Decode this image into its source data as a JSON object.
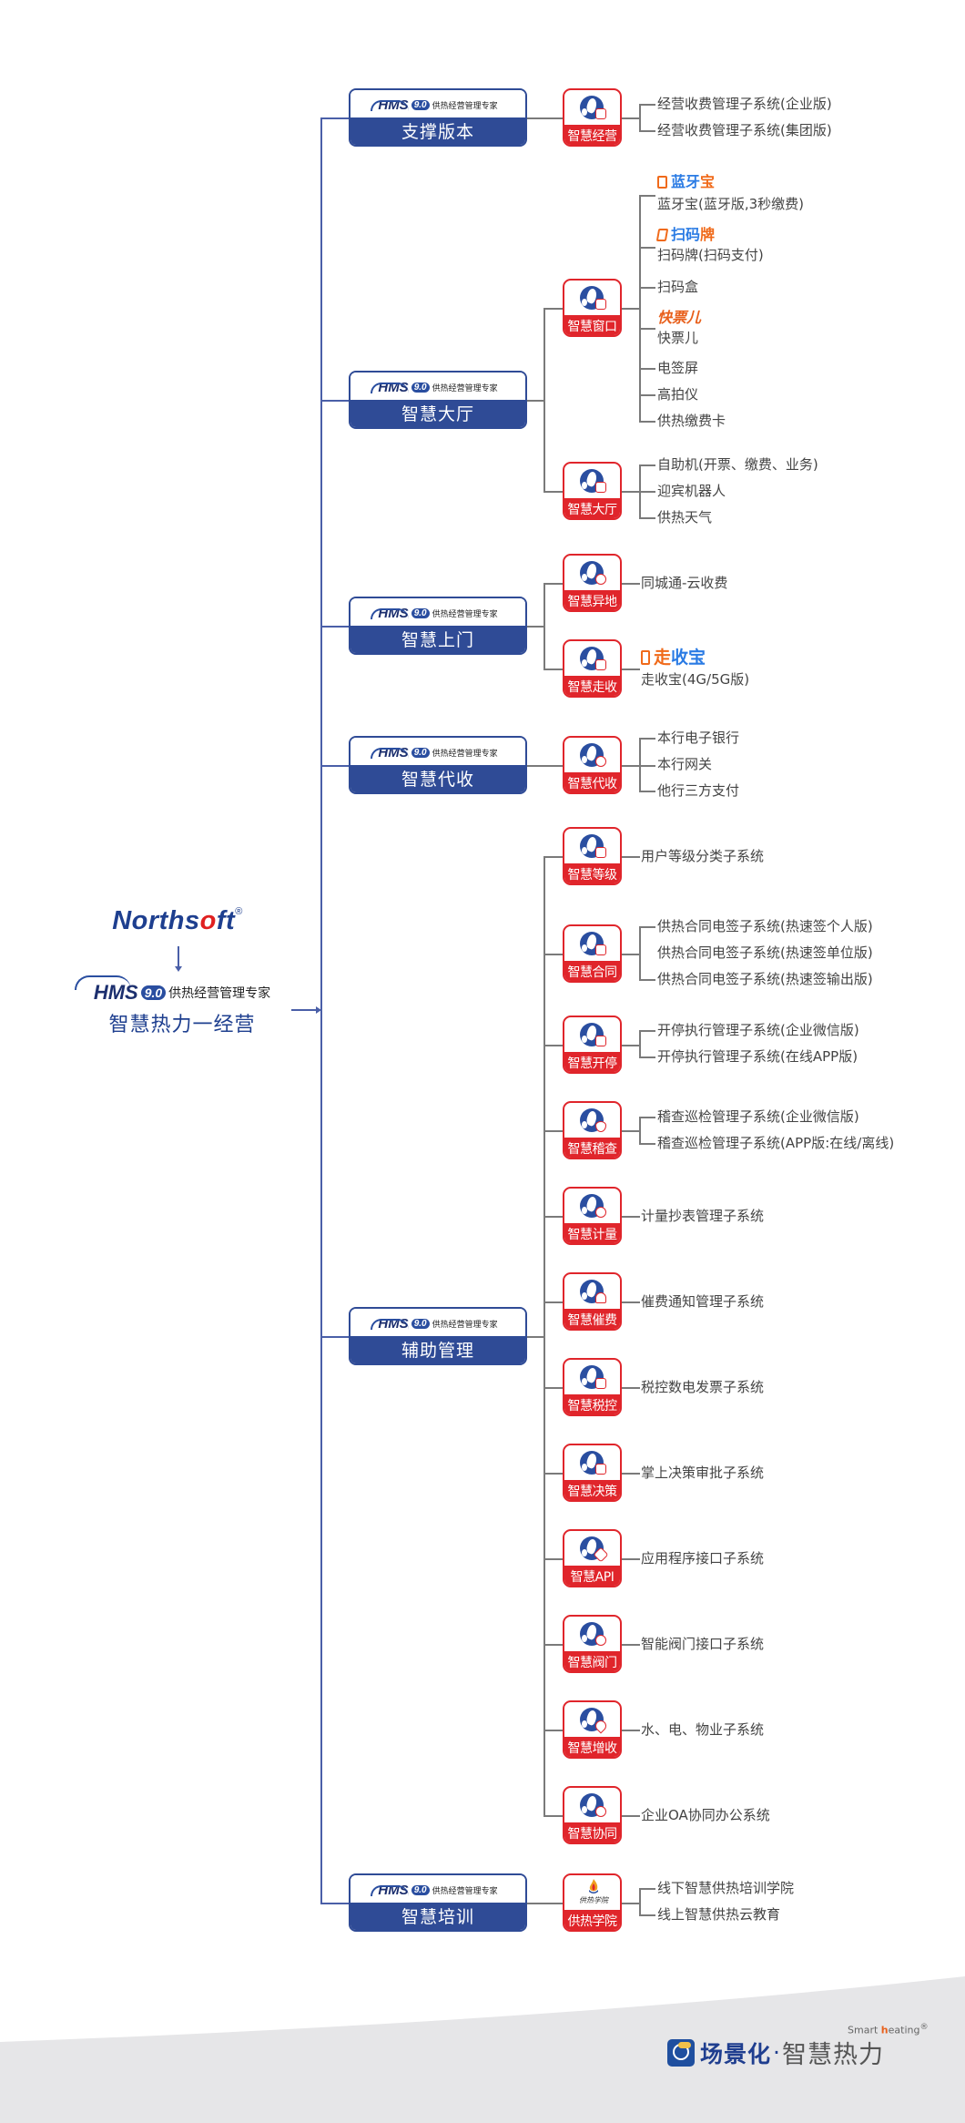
{
  "root": {
    "brand": "North",
    "brand_o": "o",
    "brand_rest": "ft",
    "brand_s": "s",
    "registered": "®",
    "product": {
      "name": "HMS",
      "version": "9.0",
      "subtitle": "供热经营管理专家"
    },
    "title": "智慧热力一经营"
  },
  "hms": {
    "name": "HMS",
    "version": "9.0",
    "subtitle": "供热经营管理专家"
  },
  "categories": [
    {
      "label": "支撑版本"
    },
    {
      "label": "智慧大厅"
    },
    {
      "label": "智慧上门"
    },
    {
      "label": "智慧代收"
    },
    {
      "label": "辅助管理"
    },
    {
      "label": "智慧培训"
    }
  ],
  "modules": [
    {
      "label": "智慧经营",
      "icon": "building-icon"
    },
    {
      "label": "智慧窗口",
      "icon": "monitor-check-icon"
    },
    {
      "label": "智慧大厅",
      "icon": "bank-icon"
    },
    {
      "label": "智慧异地",
      "icon": "location-pin-icon"
    },
    {
      "label": "智慧走收",
      "icon": "pos-terminal-icon"
    },
    {
      "label": "智慧代收",
      "icon": "coin-stack-icon"
    },
    {
      "label": "智慧等级",
      "icon": "crown-icon"
    },
    {
      "label": "智慧合同",
      "icon": "contract-icon"
    },
    {
      "label": "智慧开停",
      "icon": "switch-icon"
    },
    {
      "label": "智慧稽查",
      "icon": "shield-icon"
    },
    {
      "label": "智慧计量",
      "icon": "meter-icon"
    },
    {
      "label": "智慧催费",
      "icon": "bell-icon"
    },
    {
      "label": "智慧税控",
      "icon": "invoice-icon"
    },
    {
      "label": "智慧决策",
      "icon": "stamp-icon"
    },
    {
      "label": "智慧API",
      "icon": "plug-icon"
    },
    {
      "label": "智慧阀门",
      "icon": "valve-icon"
    },
    {
      "label": "智慧增收",
      "icon": "water-drop-icon"
    },
    {
      "label": "智慧协同",
      "icon": "team-icon"
    },
    {
      "label": "供热学院",
      "icon": "flame-logo-icon",
      "script": "供热学院"
    }
  ],
  "brands": {
    "lanyabao": {
      "part1": "蓝牙",
      "part2": "宝"
    },
    "saomapai": {
      "part1": "扫码",
      "part2": "牌"
    },
    "kuaipiaoer": "快票儿",
    "zoushoubao": {
      "part1": "走",
      "part2": "收宝"
    }
  },
  "leaves": {
    "jingying": [
      "经营收费管理子系统(企业版)",
      "经营收费管理子系统(集团版)"
    ],
    "chuangkou": [
      "蓝牙宝(蓝牙版,3秒缴费)",
      "扫码牌(扫码支付)",
      "扫码盒",
      "快票儿",
      "电签屏",
      "高拍仪",
      "供热缴费卡"
    ],
    "dating": [
      "自助机(开票、缴费、业务)",
      "迎宾机器人",
      "供热天气"
    ],
    "yidi": [
      "同城通-云收费"
    ],
    "zoushou": [
      "走收宝(4G/5G版)"
    ],
    "daishou": [
      "本行电子银行",
      "本行网关",
      "他行三方支付"
    ],
    "dengji": [
      "用户等级分类子系统"
    ],
    "hetong": [
      "供热合同电签子系统(热速签个人版)",
      "供热合同电签子系统(热速签单位版)",
      "供热合同电签子系统(热速签输出版)"
    ],
    "kaiting": [
      "开停执行管理子系统(企业微信版)",
      "开停执行管理子系统(在线APP版)"
    ],
    "jicha": [
      "稽查巡检管理子系统(企业微信版)",
      "稽查巡检管理子系统(APP版:在线/离线)"
    ],
    "jiliang": [
      "计量抄表管理子系统"
    ],
    "cuifei": [
      "催费通知管理子系统"
    ],
    "shuikong": [
      "税控数电发票子系统"
    ],
    "juece": [
      "掌上决策审批子系统"
    ],
    "api": [
      "应用程序接口子系统"
    ],
    "famen": [
      "智能阀门接口子系统"
    ],
    "zengshou": [
      "水、电、物业子系统"
    ],
    "xietong": [
      "企业OA协同办公系统"
    ],
    "xueyuan": [
      "线下智慧供热培训学院",
      "线上智慧供热云教育"
    ]
  },
  "footer": {
    "scene": "场景化",
    "dot": "·",
    "smart_cn": "智慧热力",
    "smart_en_1": "Smart ",
    "smart_en_h": "h",
    "smart_en_2": "eating",
    "registered": "®"
  },
  "colors": {
    "navy": "#2f4b96",
    "red": "#e0252b",
    "line_blue": "#4a5fa8",
    "line_gray": "#7a7a7a",
    "text": "#444444",
    "footer_bg": "#e6e6e8"
  }
}
